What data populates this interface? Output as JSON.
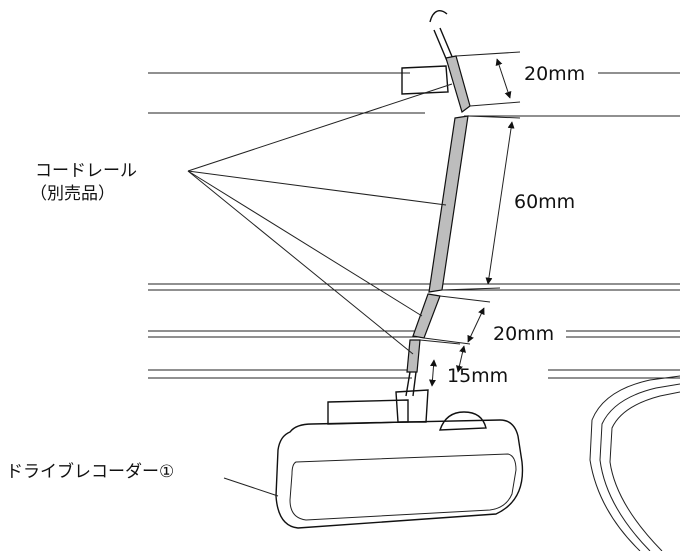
{
  "labels": {
    "cord_rail_line1": "コードレール",
    "cord_rail_line2": "（別売品）",
    "recorder": "ドライブレコーダー①"
  },
  "dimensions": {
    "top_gap": "20mm",
    "rail_length": "60mm",
    "middle_gap": "20mm",
    "bottom_gap": "15mm"
  }
}
